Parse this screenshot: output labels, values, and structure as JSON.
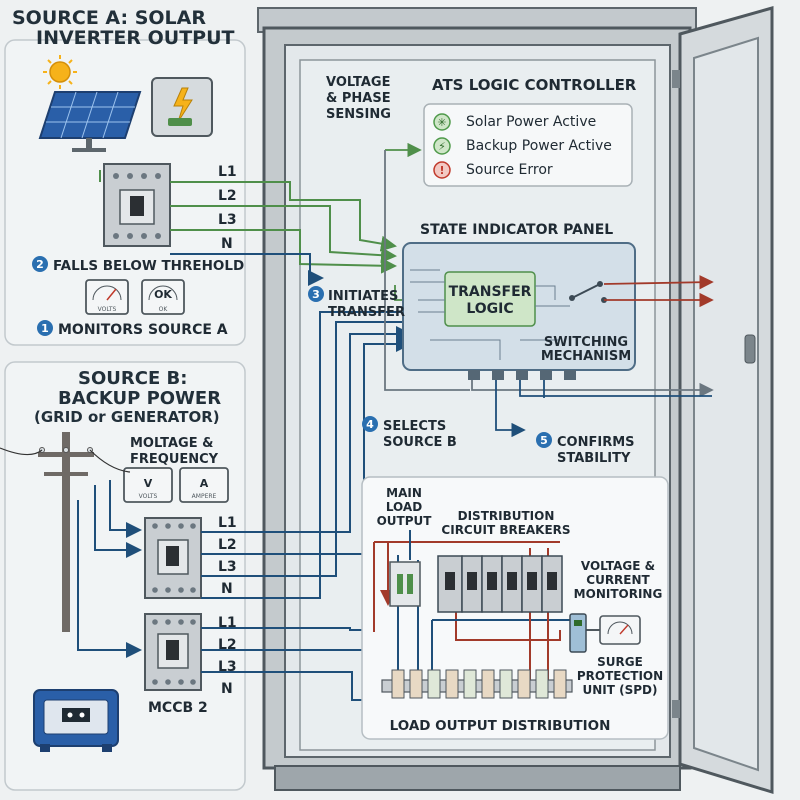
{
  "source_a": {
    "title_line1": "SOURCE A: SOLAR",
    "title_line2": "INVERTER OUTPUT",
    "lines": [
      "L1",
      "L2",
      "L3",
      "N"
    ],
    "step2": "FALLS BELOW THREHOLD",
    "meter_labels": [
      "",
      "OK"
    ],
    "meter_sublabels": [
      "VOLTS",
      "OK"
    ],
    "step1": "MONITORS SOURCE A"
  },
  "source_b": {
    "title_line1": "SOURCE B:",
    "title_line2": "BACKUP POWER",
    "title_line3": "(GRID or GENERATOR)",
    "sensing_line1": "MOLTAGE &",
    "sensing_line2": "FREQUENCY",
    "meter_labels": [
      "V",
      "A"
    ],
    "meter_sublabels": [
      "VOLTS",
      "AMPERE"
    ],
    "lines_upper": [
      "L1",
      "L2",
      "L3",
      "N"
    ],
    "lines_lower": [
      "L1",
      "L2",
      "L3",
      "N"
    ],
    "mccb_label": "MCCB 2"
  },
  "cabinet": {
    "voltage_sensing_line1": "VOLTAGE",
    "voltage_sensing_line2": "& PHASE",
    "voltage_sensing_line3": "SENSING",
    "controller_title": "ATS LOGIC CONTROLLER",
    "legend": [
      {
        "label": "Solar Power Active",
        "color": "#4f9a4a",
        "icon": "sun-icon"
      },
      {
        "label": "Backup Power Active",
        "color": "#4f9a4a",
        "icon": "lightning-icon"
      },
      {
        "label": "Source Error",
        "color": "#c0392b",
        "icon": "alert-icon"
      }
    ],
    "state_panel_title": "STATE INDICATOR PANEL",
    "transfer_logic_line1": "TRANSFER",
    "transfer_logic_line2": "LOGIC",
    "switching_line1": "SWITCHING",
    "switching_line2": "MECHANISM",
    "step3_line1": "INITIATES",
    "step3_line2": "TRANSFER",
    "step4_line1": "SELECTS",
    "step4_line2": "SOURCE B",
    "step5_line1": "CONFIRMS",
    "step5_line2": "STABILITY",
    "step_numbers": [
      "1",
      "2",
      "3",
      "4",
      "5"
    ]
  },
  "distribution": {
    "main_load_line1": "MAIN",
    "main_load_line2": "LOAD",
    "main_load_line3": "OUTPUT",
    "breakers_line1": "DISTRIBUTION",
    "breakers_line2": "CIRCUIT BREAKERS",
    "monitoring_line1": "VOLTAGE &",
    "monitoring_line2": "CURRENT",
    "monitoring_line3": "MONITORING",
    "spd_line1": "SURGE",
    "spd_line2": "PROTECTION",
    "spd_line3": "UNIT (SPD)",
    "bottom_label": "LOAD OUTPUT DISTRIBUTION"
  },
  "colors": {
    "green_wire": "#4f8f4a",
    "blue_wire": "#1f4f7a",
    "red_wire": "#a23a2a",
    "gray_wire": "#6b7780",
    "cabinet_gray": "#b8bfc4",
    "panel_bg": "#e6ebee",
    "accent_blue": "#2a6fb0"
  }
}
